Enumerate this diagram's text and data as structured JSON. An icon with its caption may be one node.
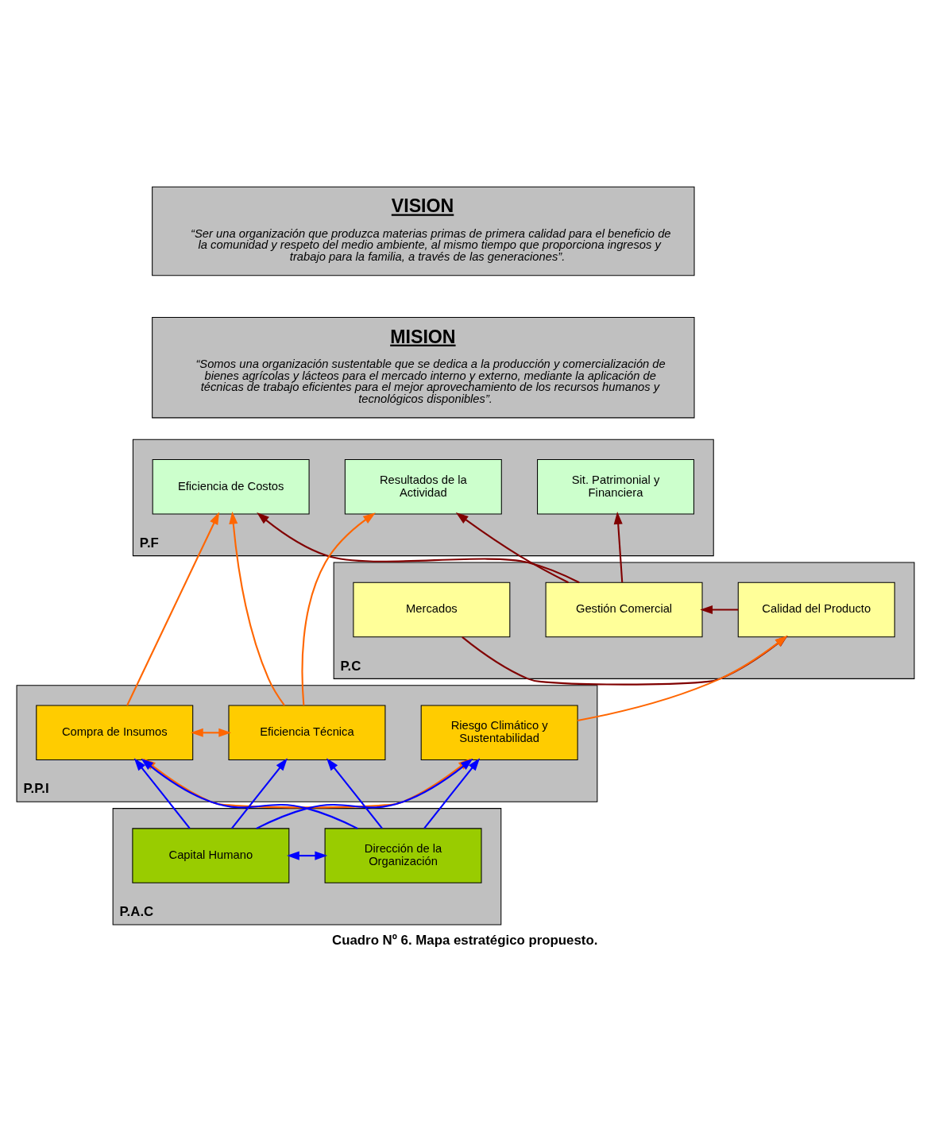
{
  "diagram": {
    "caption": "Cuadro Nº 6. Mapa estratégico propuesto.",
    "nodes": [
      {
        "text": [
          "VISION",
          "“Ser una organización que produzca materias primas de primera calidad para el beneficio de la comunidad y respeto del medio ambiente, al mismo tiempo que proporciona ingresos y trabajo para la familia, a través de las generaciones”."
        ]
      },
      {
        "text": [
          "MISION",
          "“Somos una organización sustentable que se dedica a la producción y comercialización de bienes agrícolas y lácteos para el mercado interno y externo, mediante la aplicación de técnicas de trabajo eficientes para el mejor aprovechamiento de los recursos humanos y tecnológicos disponibles”."
        ]
      },
      {
        "text": [
          "P.F"
        ]
      },
      {
        "text": [
          "Resultados de la Actividad"
        ],
        "in": 2
      },
      {
        "text": [
          "Eficiencia de Costos"
        ],
        "in": 2
      },
      {
        "text": [
          "Sit. Patrimonial y Financiera"
        ],
        "in": 2
      },
      {
        "text": [
          "P.C"
        ]
      },
      {
        "text": [
          "Calidad del Producto"
        ],
        "in": 6
      },
      {
        "text": [
          "Gestión Comercial"
        ],
        "in": 6
      },
      {
        "text": [
          "Mercados"
        ],
        "in": 6
      },
      {
        "text": [
          "P.P.I"
        ]
      },
      {
        "text": [
          "Eficiencia Técnica"
        ],
        "in": 10
      },
      {
        "text": [
          "Compra de Insumos"
        ],
        "in": 10
      },
      {
        "text": [
          "Riesgo Climático y Sustentabilidad"
        ],
        "in": 10
      },
      {
        "text": [
          "P.A.C"
        ]
      },
      {
        "text": [
          "Dirección de la Organización"
        ],
        "in": 14
      },
      {
        "text": [
          "Capital Humano"
        ],
        "in": 14
      }
    ],
    "edges": [
      {
        "from": 8,
        "to": 3,
        "arrow": "to",
        "color": "#800000"
      },
      {
        "from": 8,
        "to": 4,
        "arrow": "to",
        "color": "#800000"
      },
      {
        "from": 8,
        "to": 5,
        "arrow": "to",
        "color": "#800000"
      },
      {
        "from": 7,
        "to": 8,
        "arrow": "to",
        "color": "#800000"
      },
      {
        "from": 9,
        "to": 7,
        "arrow": "to",
        "color": "#800000"
      },
      {
        "from": 11,
        "to": 3,
        "arrow": "to",
        "color": "#ff6600"
      },
      {
        "from": 11,
        "to": 4,
        "arrow": "to",
        "color": "#ff6600"
      },
      {
        "from": 12,
        "to": 4,
        "arrow": "to",
        "color": "#ff6600"
      },
      {
        "from": 13,
        "to": 7,
        "arrow": "to",
        "color": "#ff6600"
      },
      {
        "from": 11,
        "to": 12,
        "arrow": "both",
        "color": "#ff6600"
      },
      {
        "from": 12,
        "to": 13,
        "arrow": "both",
        "color": "#ff6600"
      },
      {
        "from": 15,
        "to": 11,
        "arrow": "to"
      },
      {
        "from": 15,
        "to": 12,
        "arrow": "to"
      },
      {
        "from": 15,
        "to": 13,
        "arrow": "to"
      },
      {
        "from": 16,
        "to": 11,
        "arrow": "to"
      },
      {
        "from": 16,
        "to": 12,
        "arrow": "to"
      },
      {
        "from": 16,
        "to": 13,
        "arrow": "to"
      },
      {
        "from": 15,
        "to": 16,
        "arrow": "both"
      }
    ]
  }
}
